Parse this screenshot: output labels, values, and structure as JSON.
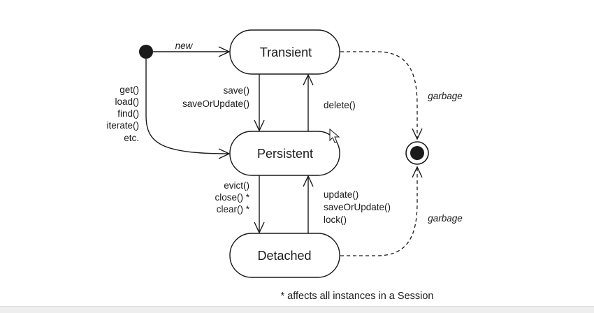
{
  "states": {
    "transient": "Transient",
    "persistent": "Persistent",
    "detached": "Detached"
  },
  "transitions": {
    "new": "new",
    "to_persistent_from_initial": [
      "get()",
      "load()",
      "find()",
      "iterate()",
      "etc."
    ],
    "transient_to_persistent": [
      "save()",
      "saveOrUpdate()"
    ],
    "persistent_to_transient": [
      "delete()"
    ],
    "persistent_to_detached": [
      "evict()",
      "close() *",
      "clear() *"
    ],
    "detached_to_persistent": [
      "update()",
      "saveOrUpdate()",
      "lock()"
    ],
    "garbage_top": "garbage",
    "garbage_bottom": "garbage"
  },
  "footnote": "* affects all instances in a Session"
}
